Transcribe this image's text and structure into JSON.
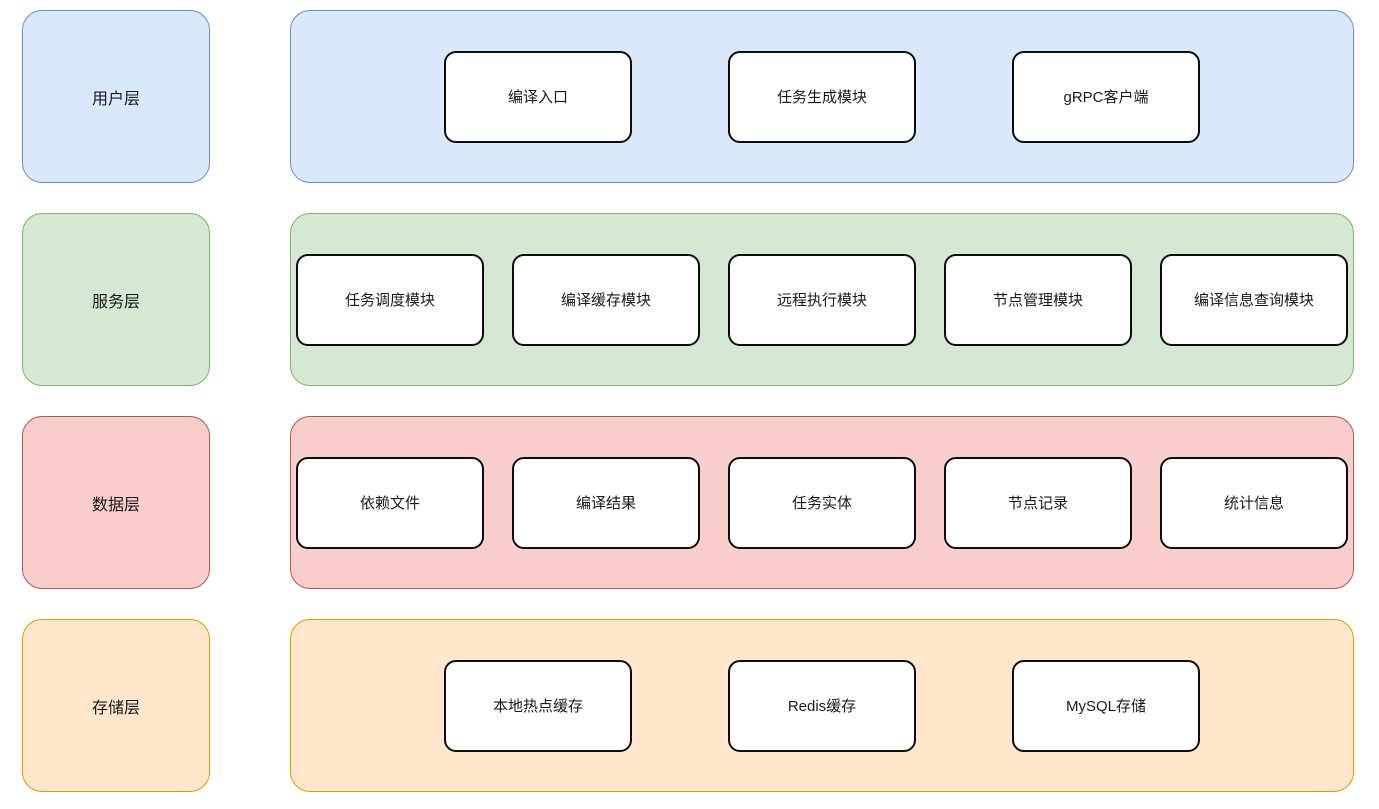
{
  "diagram": {
    "layers": [
      {
        "name": "user-layer",
        "label": "用户层",
        "fill": "#dae8fc",
        "stroke": "#6c8ebf",
        "modules": [
          "编译入口",
          "任务生成模块",
          "gRPC客户端"
        ]
      },
      {
        "name": "service-layer",
        "label": "服务层",
        "fill": "#d5e8d4",
        "stroke": "#82b366",
        "modules": [
          "任务调度模块",
          "编译缓存模块",
          "远程执行模块",
          "节点管理模块",
          "编译信息查询模块"
        ]
      },
      {
        "name": "data-layer",
        "label": "数据层",
        "fill": "#f8cecc",
        "stroke": "#b85450",
        "modules": [
          "依赖文件",
          "编译结果",
          "任务实体",
          "节点记录",
          "统计信息"
        ]
      },
      {
        "name": "storage-layer",
        "label": "存储层",
        "fill": "#ffe6cc",
        "stroke": "#d79b00",
        "modules": [
          "本地热点缓存",
          "Redis缓存",
          "MySQL存储"
        ]
      }
    ]
  }
}
